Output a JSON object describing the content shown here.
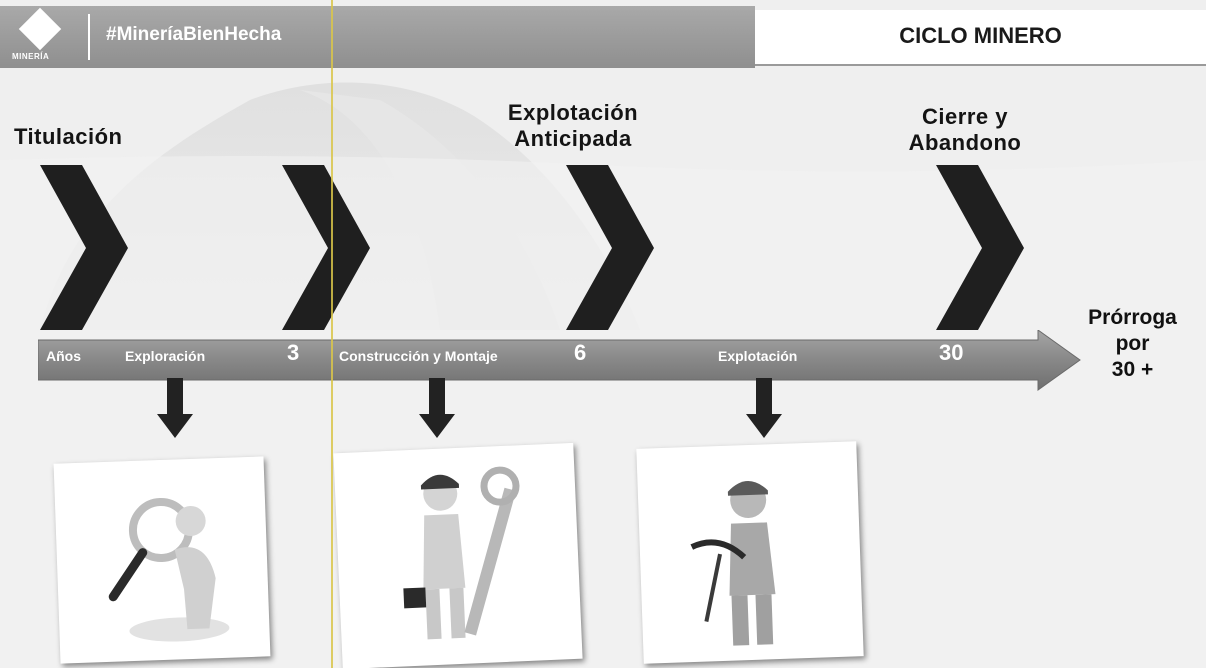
{
  "header": {
    "logo_caption": "MINERÍA",
    "hashtag": "#MineríaBienHecha",
    "title": "CICLO MINERO"
  },
  "stages": {
    "titulacion": "Titulación",
    "explotacion_anticipada": [
      "Explotación",
      "Anticipada"
    ],
    "cierre": [
      "Cierre y",
      "Abandono"
    ]
  },
  "timeline": {
    "anos": "Años",
    "exploracion": "Exploración",
    "year_3": "3",
    "construccion": "Construcción y Montaje",
    "year_6": "6",
    "explotacion": "Explotación",
    "year_30": "30",
    "prorroga": [
      "Prórroga",
      "por",
      "30 +"
    ]
  },
  "colors": {
    "chevron": "#1f1f1f",
    "band": "#8c8c8c",
    "header_band": "#9c9c9c",
    "guide_line": "#d9c64a"
  },
  "icons": [
    "magnifier-figure-icon",
    "worker-wrench-icon",
    "miner-pickaxe-icon"
  ]
}
